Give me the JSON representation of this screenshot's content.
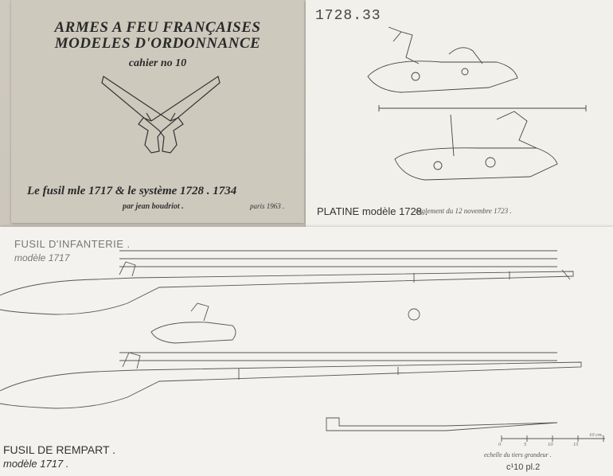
{
  "cover": {
    "title_line1": "ARMES A FEU FRANÇAISES",
    "title_line2": "MODELES D'ORDONNANCE",
    "cahier": "cahier no 10",
    "subtitle": "Le fusil mle 1717 & le système 1728 . 1734",
    "author": "par jean boudriot .",
    "place_year": "paris 1963 ."
  },
  "platine_sheet": {
    "number": "1728.33",
    "title": "PLATINE modèle 1728 .",
    "note": "règlement du 12 novembre 1723 ."
  },
  "plate": {
    "title_top": "FUSIL D'INFANTERIE .",
    "model_top": "modèle 1717",
    "title_bottom": "FUSIL DE REMPART .",
    "model_bottom": "modèle 1717 .",
    "scale_label": "echelle du tiers grandeur .",
    "scale_marks": [
      "0",
      "5",
      "10",
      "15",
      "10 cm."
    ],
    "plate_ref": "c¹10 pl.2"
  },
  "colors": {
    "background": "#bdbab2",
    "cover_paper": "#cdc9bd",
    "sheet_paper": "#f2f0ea",
    "ink": "#2a2a2a"
  }
}
